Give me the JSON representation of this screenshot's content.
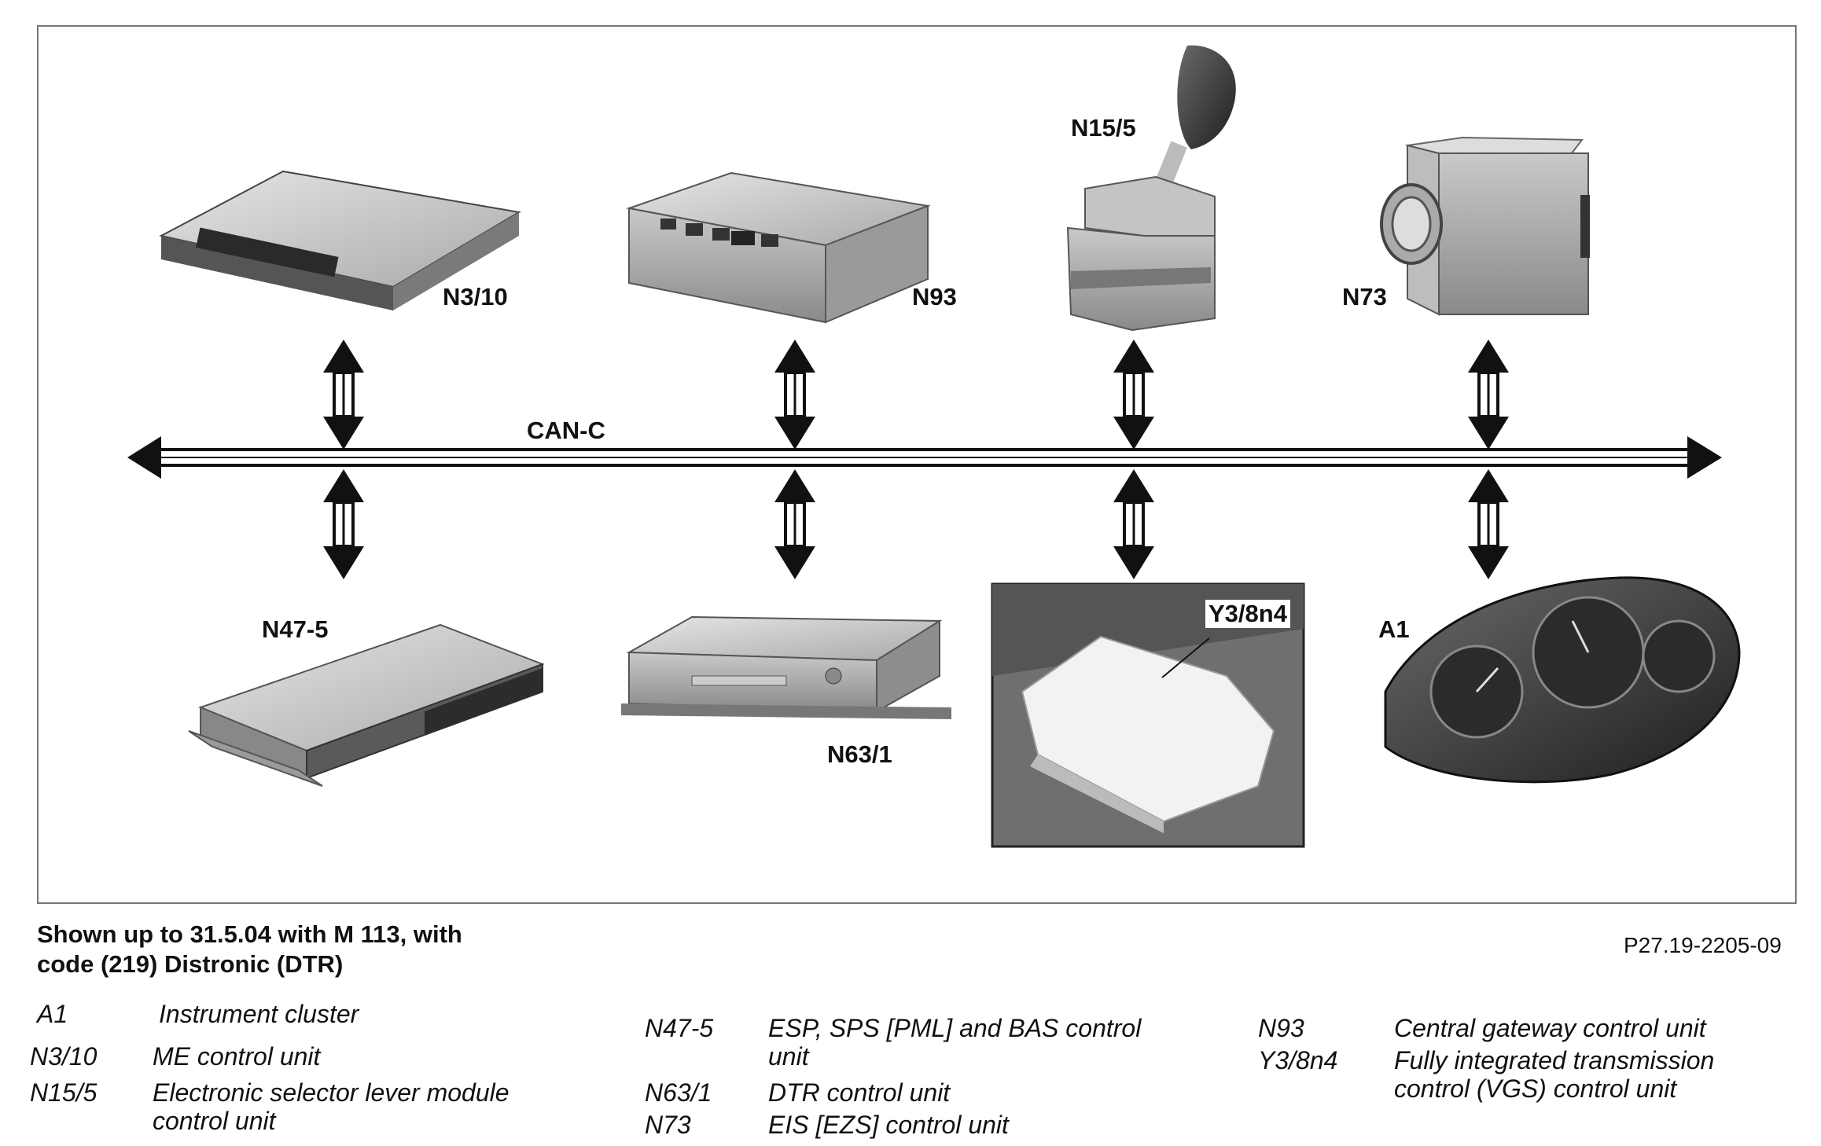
{
  "bus_label": "CAN-C",
  "components": {
    "N3_10": "N3/10",
    "N93": "N93",
    "N15_5": "N15/5",
    "N73": "N73",
    "N47_5": "N47-5",
    "N63_1": "N63/1",
    "Y3_8n4": "Y3/8n4",
    "A1": "A1"
  },
  "caption": "Shown up to 31.5.04 with M 113, with code (219) Distronic (DTR)",
  "figure_ref": "P27.19-2205-09",
  "legend": {
    "col1": [
      {
        "code": "A1",
        "desc": "Instrument cluster"
      },
      {
        "code": "N3/10",
        "desc": "ME control unit"
      },
      {
        "code": "N15/5",
        "desc": "Electronic selector lever module control unit"
      }
    ],
    "col2": [
      {
        "code": "N47-5",
        "desc": "ESP, SPS [PML] and BAS control unit"
      },
      {
        "code": "N63/1",
        "desc": "DTR control unit"
      },
      {
        "code": "N73",
        "desc": "EIS [EZS] control unit"
      }
    ],
    "col3": [
      {
        "code": "N93",
        "desc": "Central gateway control unit"
      },
      {
        "code": "Y3/8n4",
        "desc": "Fully integrated transmission control (VGS) control unit"
      }
    ]
  }
}
